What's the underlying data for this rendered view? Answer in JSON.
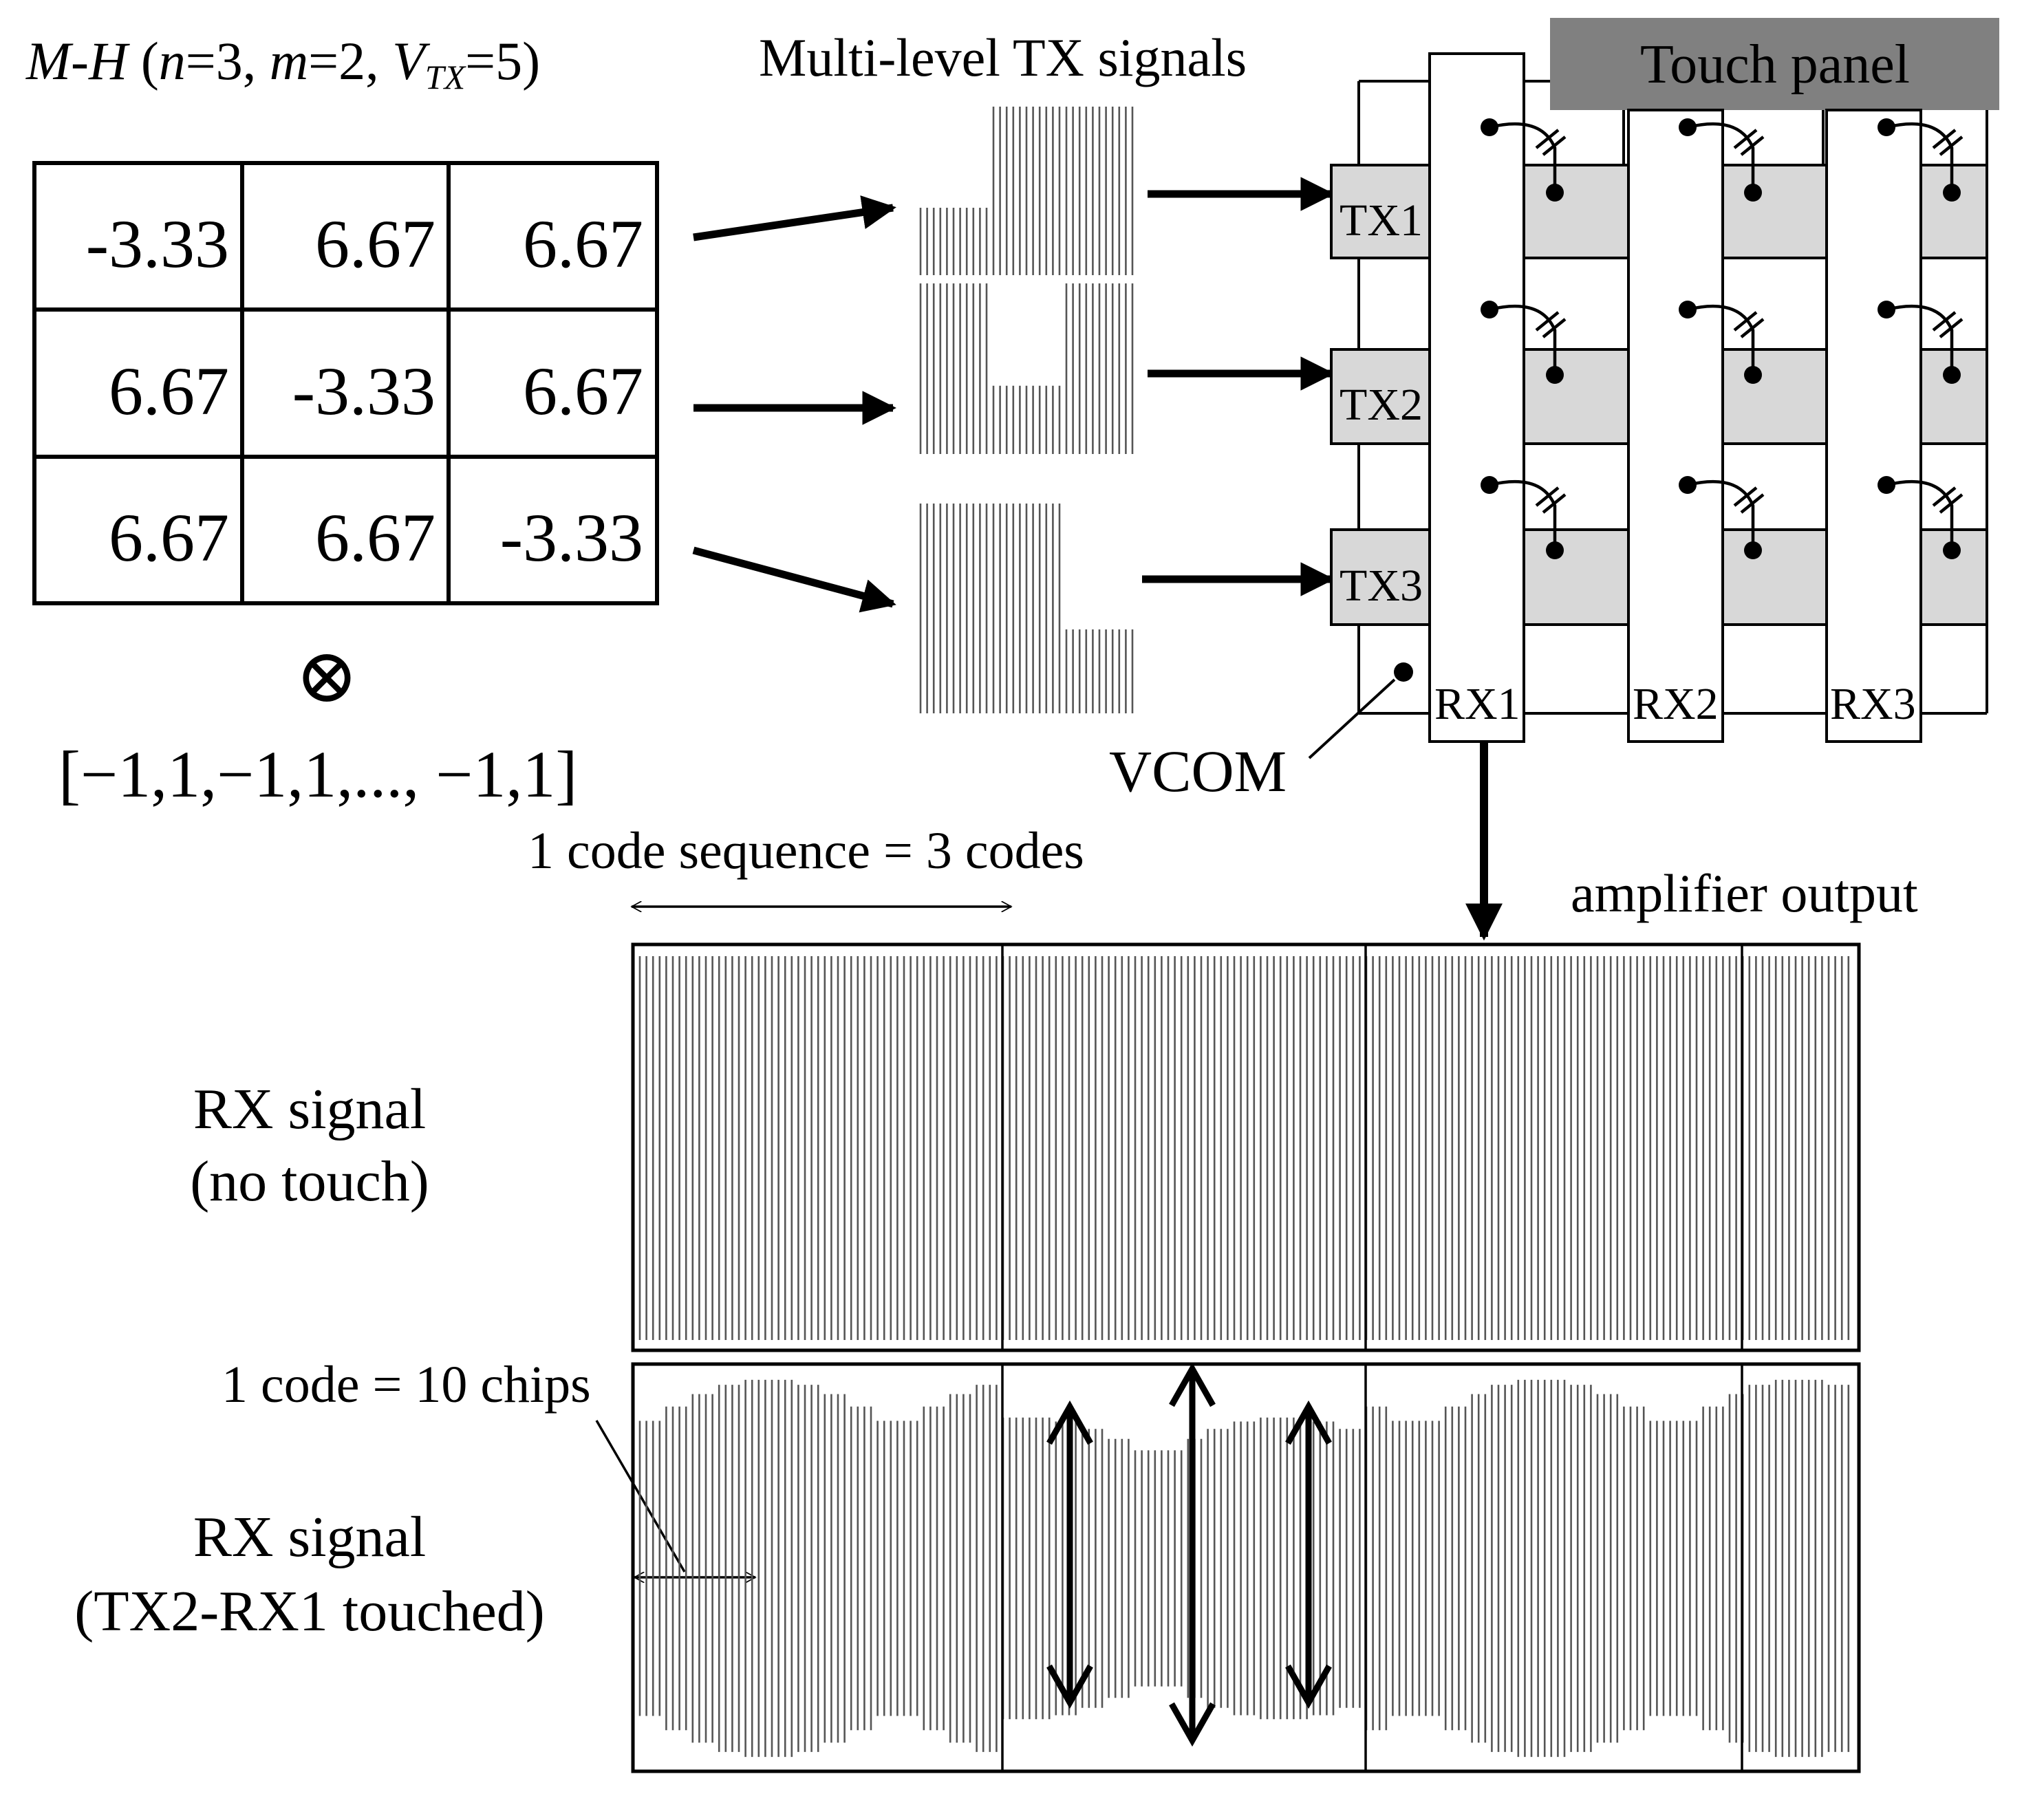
{
  "matrix": {
    "title": "M-H (n=3, m=2, VTX=5)",
    "title_parts": {
      "m": "M",
      "dash": "-",
      "h": "H",
      "open": " (",
      "n_var": "n",
      "n_eq": "=3, ",
      "m_var": "m",
      "m_eq": "=2, ",
      "v": "V",
      "v_sub": "TX",
      "v_eq": "=5)"
    },
    "rows": [
      [
        "-3.33",
        "6.67",
        "6.67"
      ],
      [
        "6.67",
        "-3.33",
        "6.67"
      ],
      [
        "6.67",
        "6.67",
        "-3.33"
      ]
    ],
    "operator": "⊗",
    "sequence": "[−1,1,−1,1,..., −1,1]"
  },
  "tx_signals": {
    "title": "Multi-level TX signals",
    "levels": [
      [
        1,
        2,
        2
      ],
      [
        2,
        1,
        2
      ],
      [
        2,
        2,
        1
      ]
    ]
  },
  "panel": {
    "title": "Touch panel",
    "tx_labels": [
      "TX1",
      "TX2",
      "TX3"
    ],
    "rx_labels": [
      "RX1",
      "RX2",
      "RX3"
    ],
    "vcom_label": "VCOM"
  },
  "waveforms": {
    "sequence_label": "1 code sequence = 3 codes",
    "amplifier_label": "amplifier output",
    "chips_label": "1 code = 10 chips",
    "no_touch": {
      "line1": "RX signal",
      "line2": "(no touch)"
    },
    "touched": {
      "line1": "RX signal",
      "line2": "(TX2-RX1 touched)"
    },
    "touched_code_levels": [
      1.0,
      0.8,
      1.0
    ]
  },
  "colors": {
    "line": "#000000",
    "waveform": "#555555",
    "panel_title_bg": "#808080",
    "electrode_fill": "#d8d8d8"
  }
}
